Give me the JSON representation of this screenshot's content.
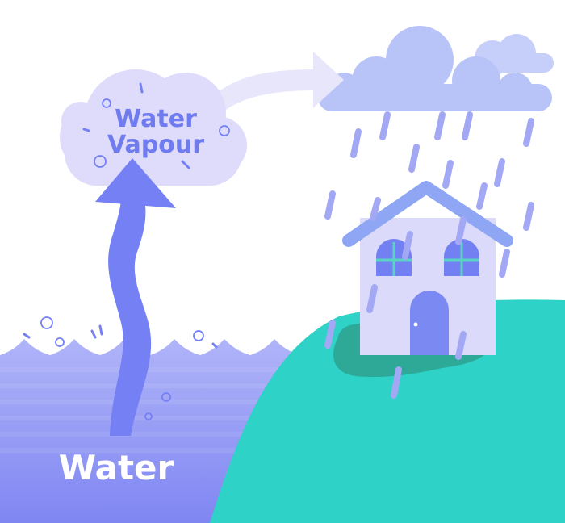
{
  "labels": {
    "vapour_line1": "Water",
    "vapour_line2": "Vapour",
    "water": "Water"
  },
  "colors": {
    "water_top": "#b0b4f8",
    "water_bottom": "#7f86f2",
    "vapour_cloud": "#dedcfa",
    "vapour_text": "#6f7cf0",
    "rain_cloud": "#b8c4f8",
    "rain_cloud_light": "#c6cff9",
    "rain": "#a3a8f4",
    "arrow": "#7480f4",
    "curved_arrow": "#e8e6fb",
    "hill": "#2ed2c7",
    "puddle": "#2ea998",
    "house": "#dcdafa",
    "roof": "#8ea6f4",
    "window": "#7380f2",
    "window_frame": "#5ad3c6",
    "door": "#7b8af2"
  },
  "icons": {
    "evaporation": "up-arrow-icon",
    "transport": "curved-arrow-icon",
    "rain": "raindrop-icon",
    "house": "house-icon",
    "bubbles": "bubble-icon"
  }
}
